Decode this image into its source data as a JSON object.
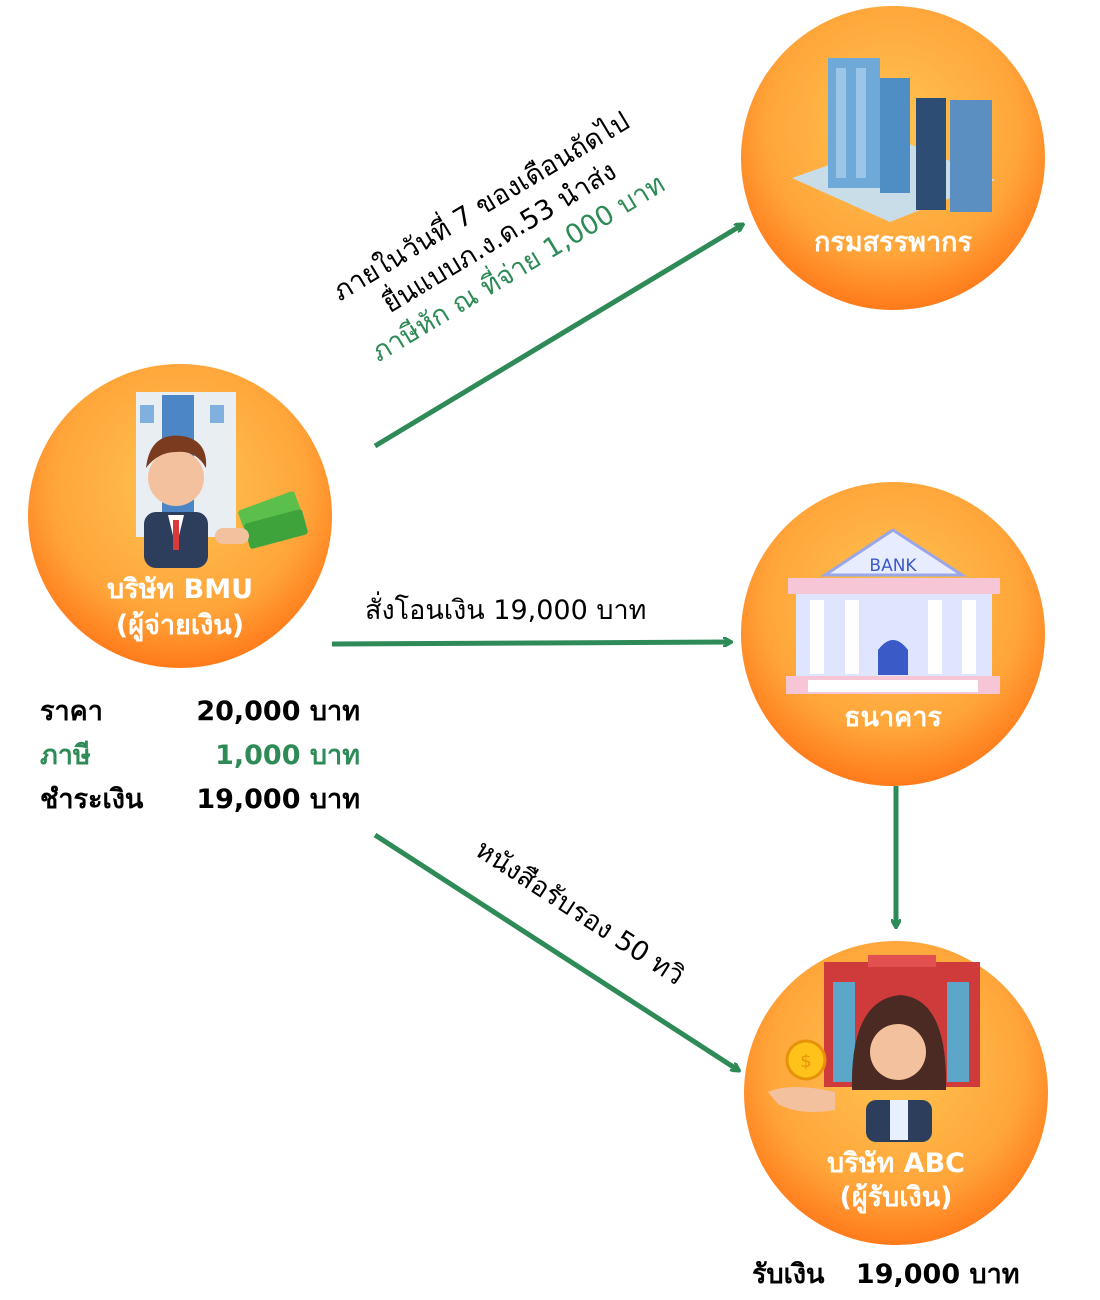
{
  "colors": {
    "circle_outer": "#ff7a1a",
    "circle_inner": "#ffc552",
    "arrow": "#2e8b57",
    "tax_text": "#2e8b57"
  },
  "nodes": {
    "payer": {
      "line1": "บริษัท BMU",
      "line2": "(ผู้จ่ายเงิน)"
    },
    "revenue": {
      "label": "กรมสรรพากร"
    },
    "bank": {
      "label": "ธนาคาร",
      "sign": "BANK"
    },
    "payee": {
      "line1": "บริษัท ABC",
      "line2": "(ผู้รับเงิน)"
    }
  },
  "flows": {
    "to_revenue": {
      "line1": "ภายในวันที่ 7 ของเดือนถัดไป",
      "line2": "ยื่นแบบภ.ง.ด.53 นำส่ง",
      "line3": "ภาษีหัก ณ ที่จ่าย 1,000 บาท"
    },
    "to_bank": {
      "label": "สั่งโอนเงิน 19,000 บาท"
    },
    "to_payee": {
      "label": "หนังสือรับรอง 50 ทวิ"
    }
  },
  "ledger": {
    "price_label": "ราคา",
    "price_value": "20,000 บาท",
    "tax_label": "ภาษี",
    "tax_value": "1,000 บาท",
    "pay_label": "ชำระเงิน",
    "pay_value": "19,000 บาท"
  },
  "receive": {
    "label": "รับเงิน",
    "value": "19,000 บาท"
  }
}
